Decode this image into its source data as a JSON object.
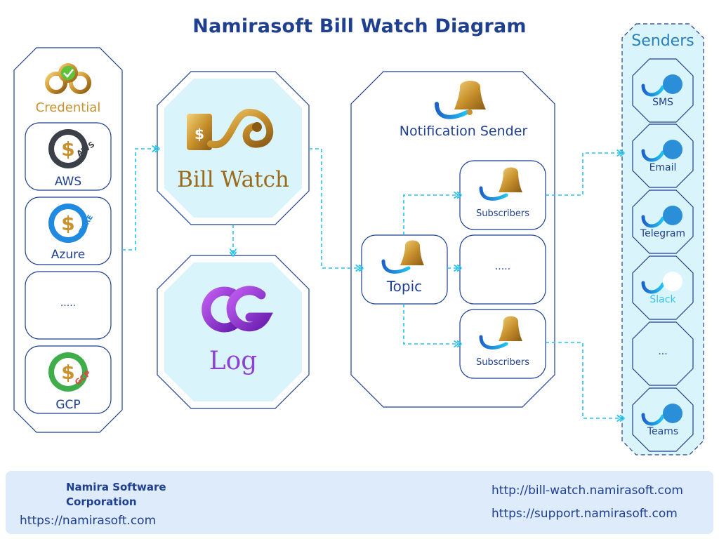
{
  "title": "Namirasoft Bill Watch Diagram",
  "credential": {
    "label": "Credential"
  },
  "clouds": [
    {
      "label": "AWS",
      "badge": "AWS"
    },
    {
      "label": "Azure",
      "badge": "AZURE"
    },
    {
      "label": "....."
    },
    {
      "label": "GCP",
      "badge": "GCP"
    }
  ],
  "billwatch": {
    "label": "Bill Watch"
  },
  "log": {
    "label": "Log"
  },
  "notification": {
    "label": "Notification Sender",
    "topic": "Topic",
    "subscribers_top": "Subscribers",
    "middle": ".....",
    "subscribers_bottom": "Subscribers"
  },
  "senders": {
    "title": "Senders",
    "items": [
      "SMS",
      "Email",
      "Telegram",
      "Slack",
      "...",
      "Teams"
    ]
  },
  "footer": {
    "company_line1": "Namira Software",
    "company_line2": "Corporation",
    "company_url": "https://namirasoft.com",
    "billwatch_url": "http://bill-watch.namirasoft.com",
    "support_url": "https://support.namirasoft.com"
  },
  "colors": {
    "primary": "#1f3f8f",
    "node_fill": "#d9f5fb",
    "connector": "#22c3f0",
    "gold": "#c9922e",
    "purple": "#8f3fd1",
    "footer_bg": "#deebfa"
  }
}
